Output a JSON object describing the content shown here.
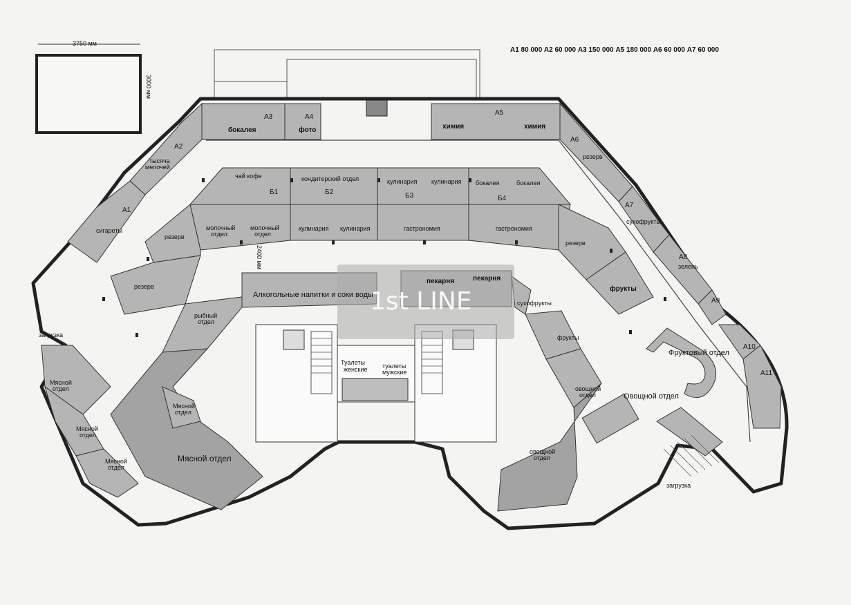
{
  "plan": {
    "prices_note": "А1 80 000   А2 60 000   А3 150 000   А5 180 000   А6 60 000   А7 60 000",
    "dim_width": "3750 мм",
    "dim_height": "3000 мм",
    "dim_corridor": "2400 мм",
    "watermark": "1st LINE",
    "codes": {
      "a1": "А1",
      "a2": "А2",
      "a3": "А3",
      "a4": "А4",
      "a5": "А5",
      "a6": "А6",
      "a7": "А7",
      "a8": "А8",
      "a9": "А9",
      "a10": "А10",
      "a11": "А11",
      "b1": "Б1",
      "b2": "Б2",
      "b3": "Б3",
      "b4": "Б4"
    },
    "labels": {
      "a1": "сигареты",
      "a2_line1": "тысяча",
      "a2_line2": "мелочей",
      "a3": "бокалея",
      "a4": "фото",
      "a5_left": "химия",
      "a5_right": "химия",
      "a6": "резерв",
      "a7": "сухофрукты",
      "a8": "зелень",
      "b1_top": "чай кофе",
      "b2_top": "кондитерский отдел",
      "b3_top_left": "кулинария",
      "b3_top_right": "кулинария",
      "b4_top_left": "бокалея",
      "b4_top_right": "бокалея",
      "left_reserve_1": "резерв",
      "left_reserve_2": "резерв",
      "dairy_1_line1": "молочный",
      "dairy_1_line2": "отдел",
      "dairy_2_line1": "молочный",
      "dairy_2_line2": "отдел",
      "b2_bottom_left": "кулинария",
      "b2_bottom_right": "кулинария",
      "b3_bottom": "гастрономия",
      "b4_bottom": "гастрономия",
      "right_reserve": "резерв",
      "fruits_bold": "фрукты",
      "bakery_1": "пекарня",
      "bakery_2": "пекарня",
      "alcohol": "Алкогольные напитки и соки воды",
      "dried_fruits": "сухофрукты",
      "fruits": "фрукты",
      "fish_line1": "рыбный",
      "fish_line2": "отдел",
      "meat_1_line1": "Мясной",
      "meat_1_line2": "отдел",
      "meat_2_line1": "Мясной",
      "meat_2_line2": "отдел",
      "meat_3_line1": "Мясной",
      "meat_3_line2": "отдел",
      "meat_4_line1": "Мясной",
      "meat_4_line2": "отдел",
      "meat_main": "Мясной отдел",
      "wc_women_line1": "Туалеты",
      "wc_women_line2": "женские",
      "wc_men_line1": "туалеты",
      "wc_men_line2": "мужские",
      "veg_1_line1": "овощной",
      "veg_1_line2": "отдел",
      "veg_2_line1": "овощной",
      "veg_2_line2": "отдел",
      "fruit_dept": "Фруктовый отдел",
      "veg_dept": "Овощной отдел",
      "loading_left": "загрузка",
      "loading_right": "загрузка"
    }
  }
}
